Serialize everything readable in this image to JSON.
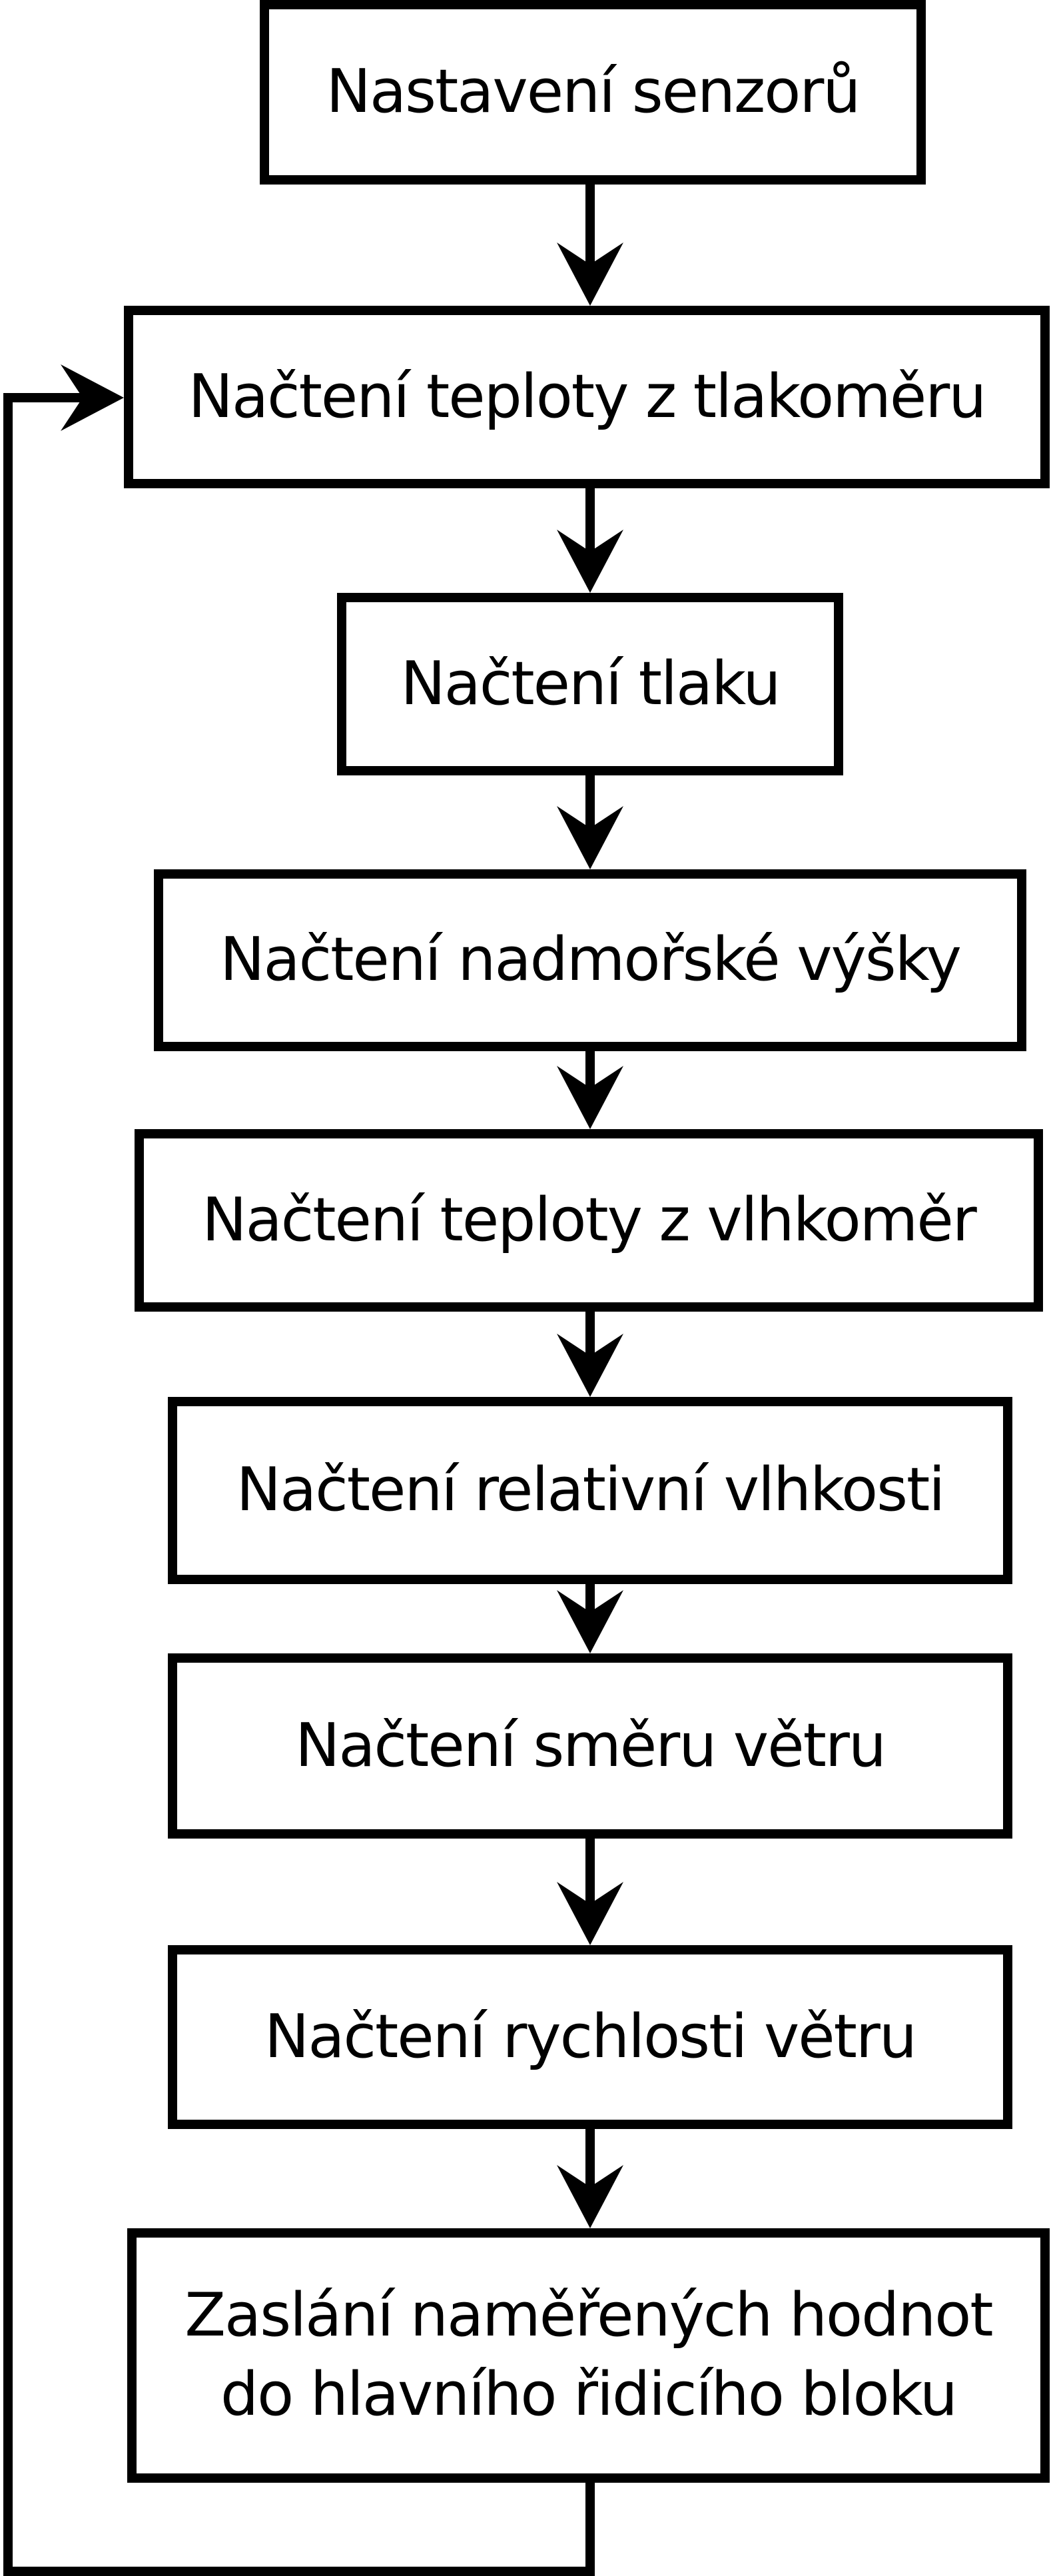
{
  "diagram": {
    "type": "flowchart",
    "language": "cs",
    "colors": {
      "background": "#ffffff",
      "stroke": "#000000"
    },
    "boxes": [
      {
        "id": "nastaveni-senzoru",
        "label": "Nastavení senzorů"
      },
      {
        "id": "nacteni-teploty-z-tlakomeru",
        "label": "Načtení teploty z tlakoměru"
      },
      {
        "id": "nacteni-tlaku",
        "label": "Načtení tlaku"
      },
      {
        "id": "nacteni-nadmorske-vysky",
        "label": "Načtení nadmořské výšky"
      },
      {
        "id": "nacteni-teploty-z-vlhkomer",
        "label": "Načtení teploty z vlhkoměr"
      },
      {
        "id": "nacteni-relativni-vlhkosti",
        "label": "Načtení relativní vlhkosti"
      },
      {
        "id": "nacteni-smeru-vetru",
        "label": "Načtení směru větru"
      },
      {
        "id": "nacteni-rychlosti-vetru",
        "label": "Načtení rychlosti větru"
      },
      {
        "id": "zaslani-namerenych-hodnot",
        "label": "Zaslání naměřených hodnot do hlavního řidicího bloku",
        "lines": [
          "Zaslání naměřených hodnot",
          "do hlavního řidicího bloku"
        ]
      }
    ],
    "edges": [
      {
        "from": "nastaveni-senzoru",
        "to": "nacteni-teploty-z-tlakomeru",
        "style": "arrow-down"
      },
      {
        "from": "nacteni-teploty-z-tlakomeru",
        "to": "nacteni-tlaku",
        "style": "arrow-down"
      },
      {
        "from": "nacteni-tlaku",
        "to": "nacteni-nadmorske-vysky",
        "style": "arrow-down"
      },
      {
        "from": "nacteni-nadmorske-vysky",
        "to": "nacteni-teploty-z-vlhkomer",
        "style": "arrow-down"
      },
      {
        "from": "nacteni-teploty-z-vlhkomer",
        "to": "nacteni-relativni-vlhkosti",
        "style": "arrow-down"
      },
      {
        "from": "nacteni-relativni-vlhkosti",
        "to": "nacteni-smeru-vetru",
        "style": "arrow-down"
      },
      {
        "from": "nacteni-smeru-vetru",
        "to": "nacteni-rychlosti-vetru",
        "style": "arrow-down"
      },
      {
        "from": "nacteni-rychlosti-vetru",
        "to": "zaslani-namerenych-hodnot",
        "style": "arrow-down"
      },
      {
        "from": "zaslani-namerenych-hodnot",
        "to": "nacteni-teploty-z-tlakomeru",
        "style": "loop-back-left"
      }
    ]
  }
}
